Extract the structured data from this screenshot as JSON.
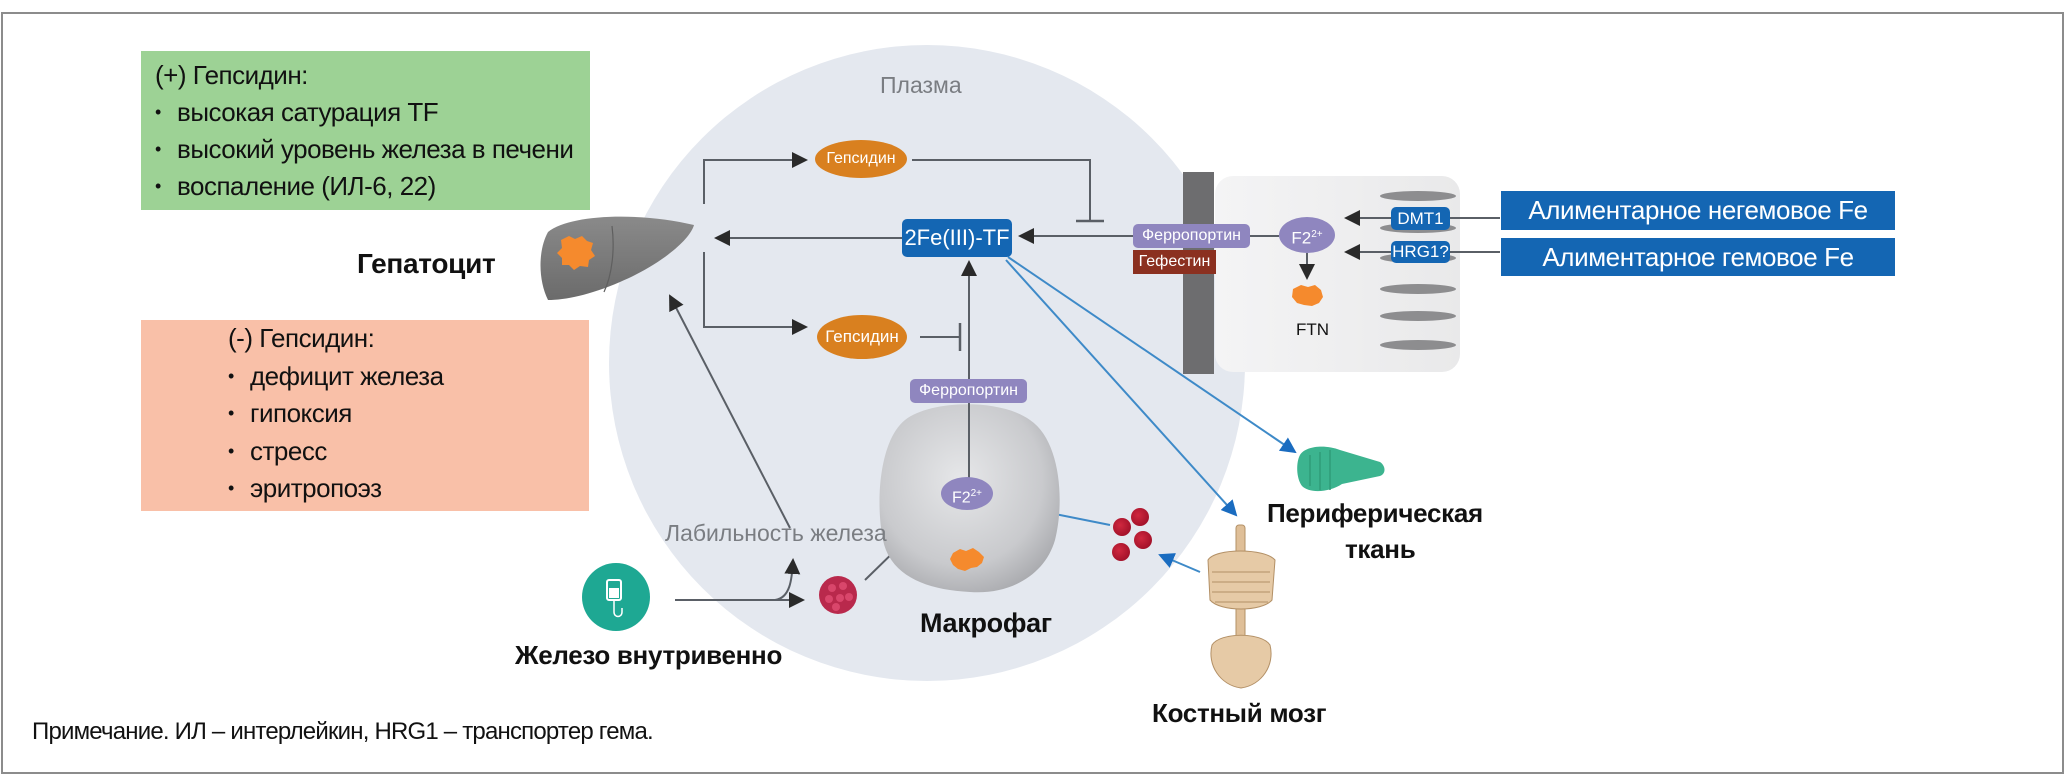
{
  "diagram": {
    "plasma_label": "Плазма",
    "positive_box": {
      "title": "(+) Гепсидин:",
      "items": [
        "высокая сатурация TF",
        "высокий уровень железа в печени",
        "воспаление (ИЛ-6, 22)"
      ],
      "color": "#9dd295"
    },
    "negative_box": {
      "title": "(-) Гепсидин:",
      "items": [
        "дефицит железа",
        "гипоксия",
        "стресс",
        "эритропоэз"
      ],
      "color": "#f9c0a8"
    },
    "hepatocyte_label": "Гепатоцит",
    "hepcidin_top": "Гепсидин",
    "hepcidin_bottom": "Гепсидин",
    "transferrin": "2Fe(III)-TF",
    "enterocyte": {
      "ferroportin": "Ферропортин",
      "hephaestin": "Гефестин",
      "iron_ion": "F2",
      "iron_charge": "2+",
      "ferritin": "FTN",
      "dmt1": "DMT1",
      "hrg1": "HRG1?"
    },
    "diet": {
      "nonheme": "Алиментарное негемовое Fe",
      "heme": "Алиментарное гемовое Fe"
    },
    "macrophage": {
      "ferroportin": "Ферропортин",
      "iron_ion": "F2",
      "iron_charge": "2+",
      "label": "Макрофаг"
    },
    "labile_iron": "Лабильность железа",
    "iv_iron": "Железо внутривенно",
    "peripheral_tissue_line1": "Периферическая",
    "peripheral_tissue_line2": "ткань",
    "bone_marrow": "Костный мозг",
    "colors": {
      "hepcidin": "#d9801f",
      "transferrin": "#1466b3",
      "ferroportin": "#8f86bf",
      "hephaestin": "#8b3020",
      "plasma": "#e4e8ef",
      "blue_arrows": "#3e8ac8"
    }
  },
  "footnote": "Примечание. ИЛ – интерлейкин, HRG1 – транспортер гема."
}
